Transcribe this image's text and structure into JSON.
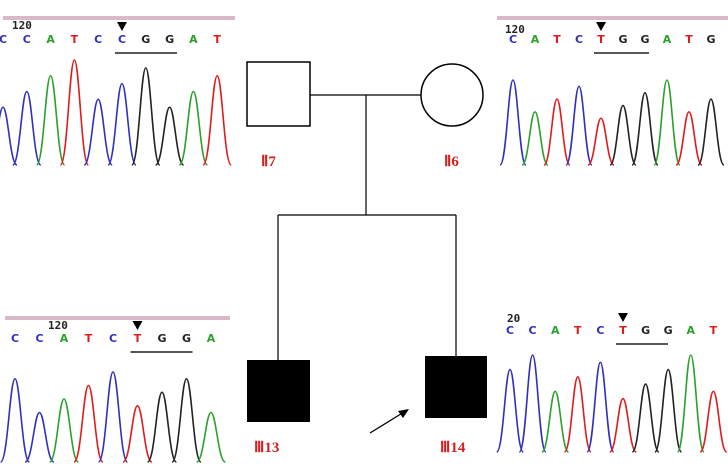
{
  "colors": {
    "A": "#2ca02c",
    "C": "#3030c0",
    "G": "#222222",
    "T": "#e01b1b",
    "label": "#d42020"
  },
  "panels": [
    {
      "id": "ii7",
      "position_label": "120",
      "bases": [
        "C",
        "C",
        "A",
        "T",
        "C",
        "C",
        "G",
        "G",
        "A",
        "T"
      ],
      "marked_index": 5
    },
    {
      "id": "ii6",
      "position_label": "120",
      "bases": [
        "C",
        "A",
        "T",
        "C",
        "T",
        "G",
        "G",
        "A",
        "T",
        "G"
      ],
      "marked_index": 4
    },
    {
      "id": "iii13",
      "position_label": "120",
      "bases": [
        "C",
        "C",
        "A",
        "T",
        "C",
        "T",
        "G",
        "G",
        "A"
      ],
      "marked_index": 5
    },
    {
      "id": "iii14",
      "position_label": "20",
      "bases": [
        "C",
        "C",
        "A",
        "T",
        "C",
        "T",
        "G",
        "G",
        "A",
        "T"
      ],
      "marked_index": 5
    }
  ],
  "pedigree": {
    "father": {
      "label": "Ⅱ7",
      "affected": false
    },
    "mother": {
      "label": "Ⅱ6",
      "affected": false
    },
    "children": [
      {
        "label": "Ⅲ13",
        "affected": true
      },
      {
        "label": "Ⅲ14",
        "affected": true,
        "proband": true
      }
    ]
  }
}
